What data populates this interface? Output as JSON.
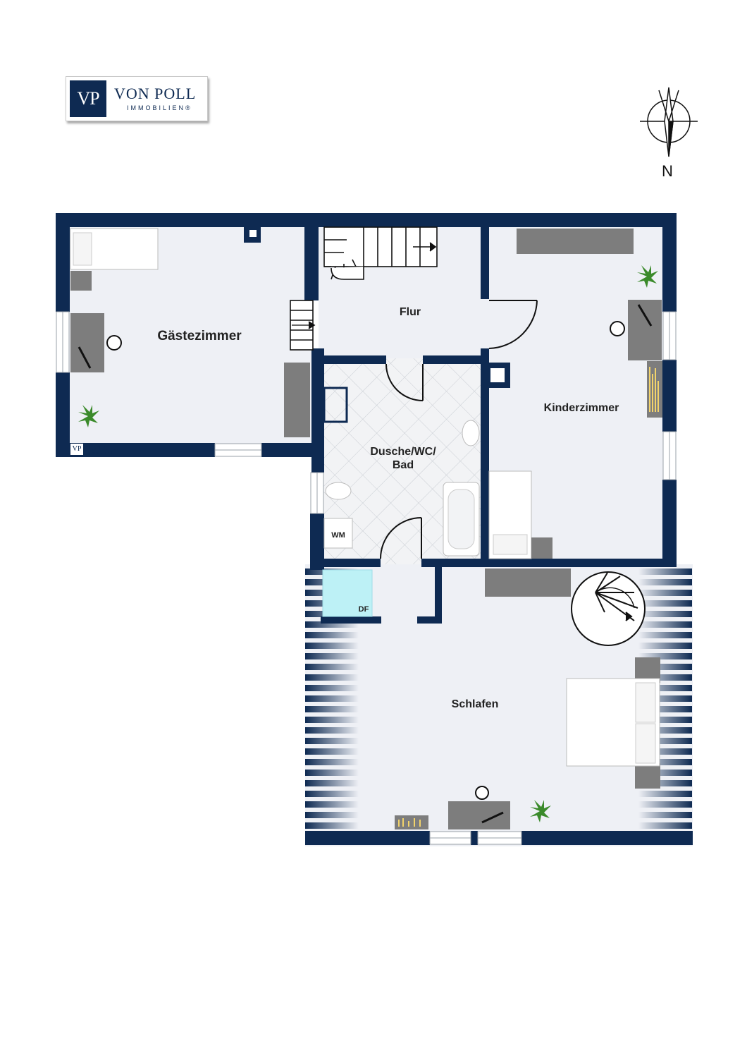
{
  "logo": {
    "monogram": "VP",
    "name": "VON POLL",
    "subtitle": "IMMOBILIEN®"
  },
  "compass": {
    "label": "N"
  },
  "rooms": [
    {
      "id": "gaestezimmer",
      "label": "Gästezimmer"
    },
    {
      "id": "flur",
      "label": "Flur"
    },
    {
      "id": "kinderzimmer",
      "label": "Kinderzimmer"
    },
    {
      "id": "bad",
      "label_line1": "Dusche/WC/",
      "label_line2": "Bad"
    },
    {
      "id": "schlafen",
      "label": "Schlafen"
    }
  ],
  "fixtures": {
    "washing_machine": "WM",
    "roof_window": "DF"
  },
  "colors": {
    "wall": "#0e2a52",
    "floor": "#eef0f5",
    "furniture": "#7d7d7d",
    "plant": "#3a8a2a",
    "roof_window": "#bdf1f6"
  }
}
